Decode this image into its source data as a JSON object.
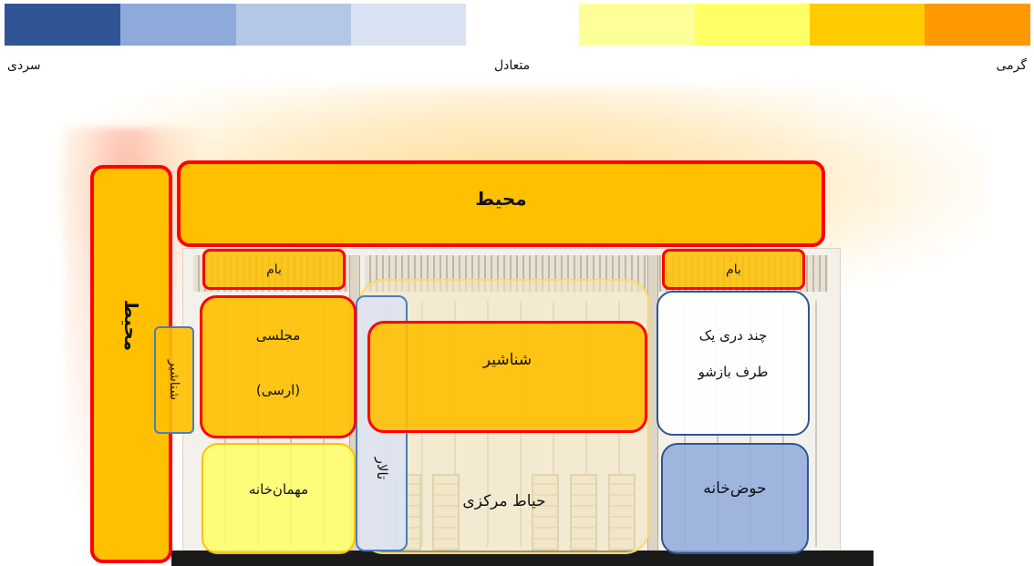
{
  "legend": {
    "cold_label": "سردی",
    "neutral_label": "متعادل",
    "warm_label": "گرمی",
    "swatches": [
      "#2f5597",
      "#8eaadb",
      "#b4c7e7",
      "#dae3f3",
      "#ffffff",
      "#ffff99",
      "#ffff66",
      "#ffcc00",
      "#ff9900"
    ]
  },
  "regions": {
    "environment_top": "محیط",
    "environment_left": "محیط",
    "roof_left": "بام",
    "roof_right": "بام",
    "majlesi_line1": "مجلسی",
    "majlesi_line2": "(ارسی)",
    "shanashir_left": "شناشیر",
    "shanashir_center": "شناشیر",
    "talar": "تالار",
    "courtyard": "حیاط مرکزی",
    "mehmankhaneh": "مهمان‌خانه",
    "chand_dari_line1": "چند دری یک",
    "chand_dari_line2": "طرف بازشو",
    "howzkhaneh": "حوض‌خانه"
  },
  "colors": {
    "hot_fill": "#ffc000",
    "hot_border": "#ff0000",
    "warm_fill": "#ffff66",
    "warm_border": "#ffc000",
    "cool_fill": "#8faadc",
    "cool_border": "#2e5597",
    "neutral_fill": "#ffffff",
    "courtyard_fill": "#f2e6c2",
    "courtyard_border": "#ffd966",
    "talar_fill": "#dae3f3",
    "talar_border": "#4a7ebb"
  }
}
